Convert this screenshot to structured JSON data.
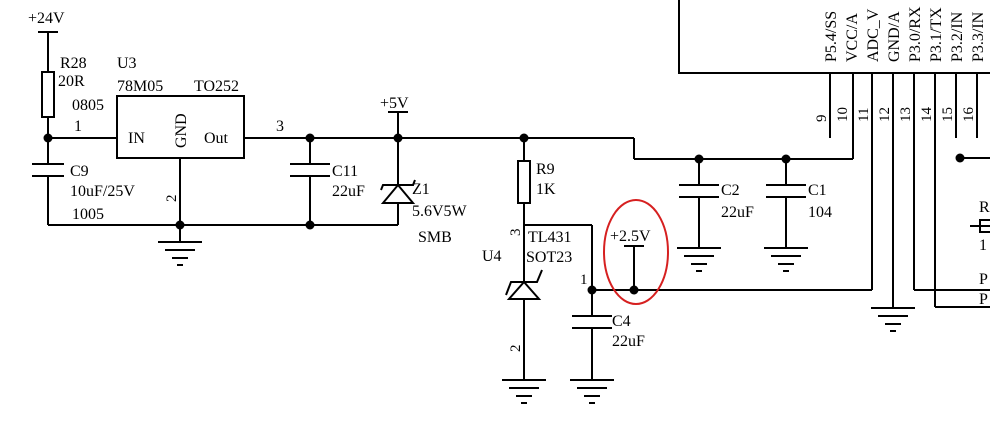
{
  "power": {
    "v24": "+24V",
    "v5": "+5V",
    "v25": "+2.5V"
  },
  "r28": {
    "ref": "R28",
    "val": "20R",
    "pkg": "0805"
  },
  "u3": {
    "ref": "U3",
    "part": "78M05",
    "pkg": "TO252",
    "in": "IN",
    "gnd": "GND",
    "out": "Out",
    "pin1": "1",
    "pin2": "2",
    "pin3": "3"
  },
  "c9": {
    "ref": "C9",
    "val": "10uF/25V",
    "pkg": "1005"
  },
  "c11": {
    "ref": "C11",
    "val": "22uF"
  },
  "z1": {
    "ref": "Z1",
    "val": "5.6V5W",
    "pkg": "SMB"
  },
  "r9": {
    "ref": "R9",
    "val": "1K"
  },
  "u4": {
    "ref": "U4",
    "part": "TL431",
    "pkg": "SOT23",
    "pin1": "1",
    "pin2": "2",
    "pin3": "3"
  },
  "c4": {
    "ref": "C4",
    "val": "22uF"
  },
  "c2": {
    "ref": "C2",
    "val": "22uF"
  },
  "c1": {
    "ref": "C1",
    "val": "104"
  },
  "mcu": {
    "pins": [
      {
        "num": "9",
        "name": "P5.4/SS"
      },
      {
        "num": "10",
        "name": "VCC/A"
      },
      {
        "num": "11",
        "name": "ADC_V"
      },
      {
        "num": "12",
        "name": "GND/A"
      },
      {
        "num": "13",
        "name": "P3.0/RX"
      },
      {
        "num": "14",
        "name": "P3.1/TX"
      },
      {
        "num": "15",
        "name": "P3.2/IN"
      },
      {
        "num": "16",
        "name": "P3.3/IN"
      }
    ]
  },
  "edge": {
    "r": "R",
    "one": "1",
    "p1": "P",
    "p2": "P"
  },
  "highlight_color": "#d62020"
}
